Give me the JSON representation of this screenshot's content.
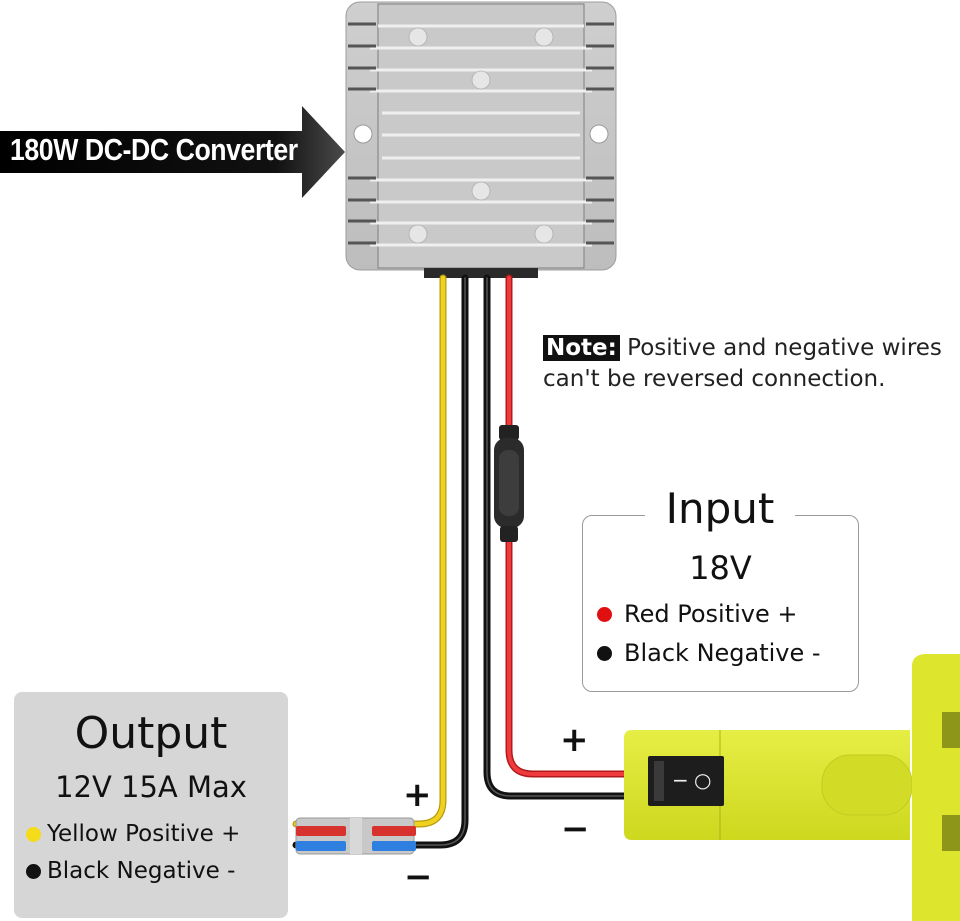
{
  "product": {
    "label": "180W DC-DC Converter",
    "wire_colors": {
      "yellow": "#f0d21e",
      "black": "#1a1a1a",
      "red": "#e5262a",
      "device_green": "#dfe831",
      "output_box_bg": "#d6d6d6"
    }
  },
  "note": {
    "tag": "Note:",
    "text_line1": "Positive and negative wires",
    "text_line2": "can't be reversed connection."
  },
  "input": {
    "title": "Input",
    "spec": "18V",
    "legend": [
      {
        "color": "#e01010",
        "label": "Red Positive +"
      },
      {
        "color": "#111111",
        "label": "Black Negative -"
      }
    ],
    "plus_sign": "+",
    "minus_sign": "−"
  },
  "output": {
    "title": "Output",
    "spec": "12V 15A Max",
    "legend": [
      {
        "color": "#f5dc1a",
        "label": "Yellow Positive +"
      },
      {
        "color": "#111111",
        "label": "Black Negative -"
      }
    ],
    "plus_sign": "+",
    "minus_sign": "−"
  },
  "switch": {
    "off_symbol": "−",
    "on_symbol": "○"
  }
}
